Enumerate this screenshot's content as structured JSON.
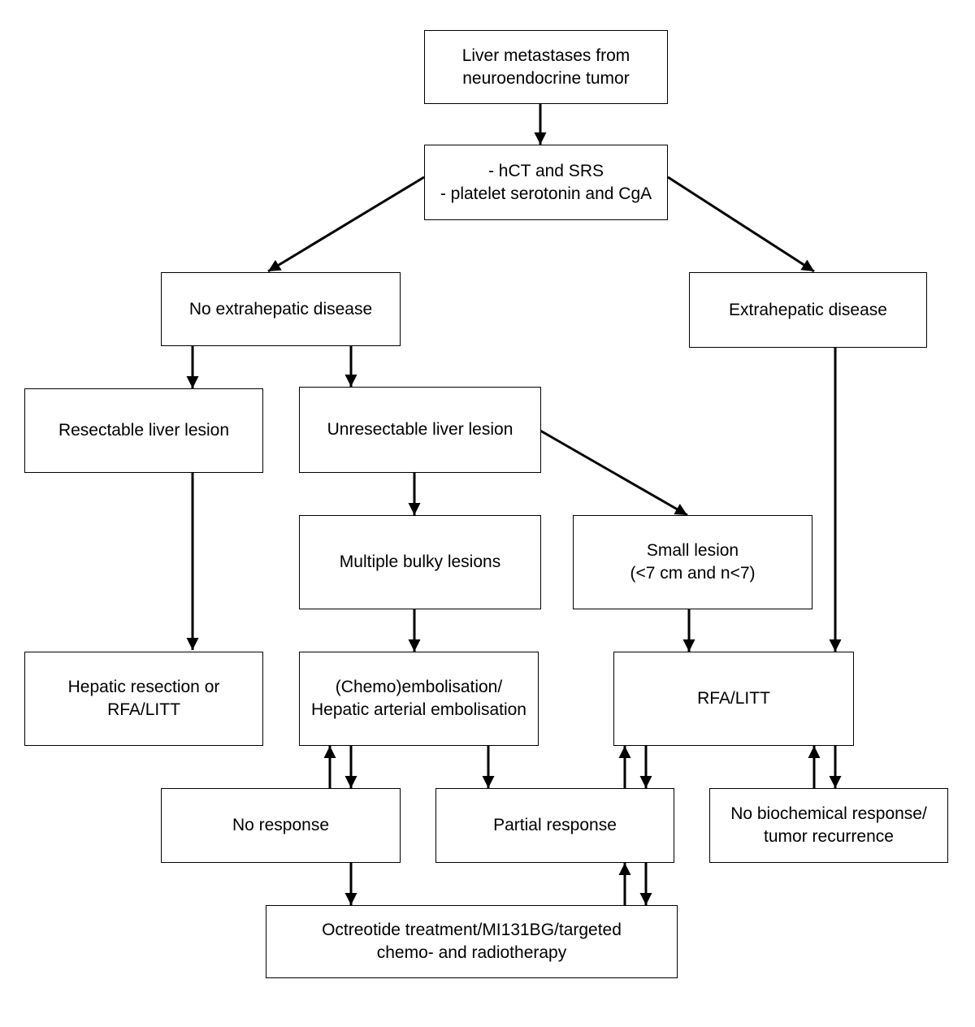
{
  "nodes": {
    "liver_mets": "Liver metastases from\nneuroendocrine tumor",
    "diagnostics": "- hCT and SRS\n- platelet serotonin and CgA",
    "no_extrahepatic": "No extrahepatic disease",
    "extrahepatic": "Extrahepatic disease",
    "resectable": "Resectable liver lesion",
    "unresectable": "Unresectable liver lesion",
    "multiple_bulky": "Multiple bulky lesions",
    "small_lesion": "Small lesion\n(<7 cm and n<7)",
    "hepatic_resection": "Hepatic resection or\nRFA/LITT",
    "chemoembolisation": "(Chemo)embolisation/\nHepatic arterial embolisation",
    "rfa_litt": "RFA/LITT",
    "no_response": "No response",
    "partial_response": "Partial response",
    "no_biochemical": "No biochemical response/\ntumor recurrence",
    "octreotide": "Octreotide treatment/MI131BG/targeted\nchemo- and radiotherapy"
  }
}
